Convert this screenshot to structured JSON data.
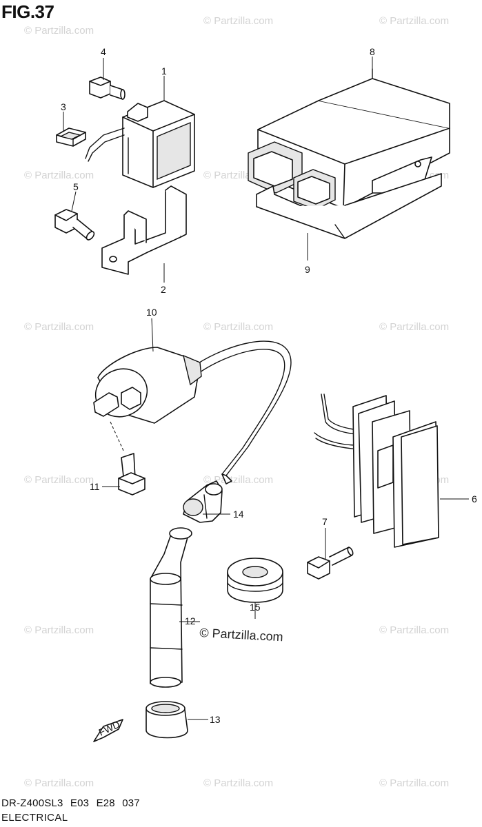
{
  "figure": {
    "title": "FIG.37"
  },
  "footer": {
    "model_line": "DR-Z400SL3 E03 E28 037",
    "section": "ELECTRICAL"
  },
  "watermark": {
    "text": "© Partzilla.com"
  },
  "credit": {
    "text": "© Partzilla.com"
  },
  "callouts": {
    "c1": "1",
    "c2": "2",
    "c3": "3",
    "c4": "4",
    "c5": "5",
    "c6": "6",
    "c7": "7",
    "c8": "8",
    "c9": "9",
    "c10": "10",
    "c11": "11",
    "c12": "12",
    "c13": "13",
    "c14": "14",
    "c15": "15"
  },
  "fwd_marker": {
    "text": "FWD"
  },
  "colors": {
    "ink": "#111111",
    "watermark": "#d3d3d3",
    "background": "#ffffff"
  }
}
